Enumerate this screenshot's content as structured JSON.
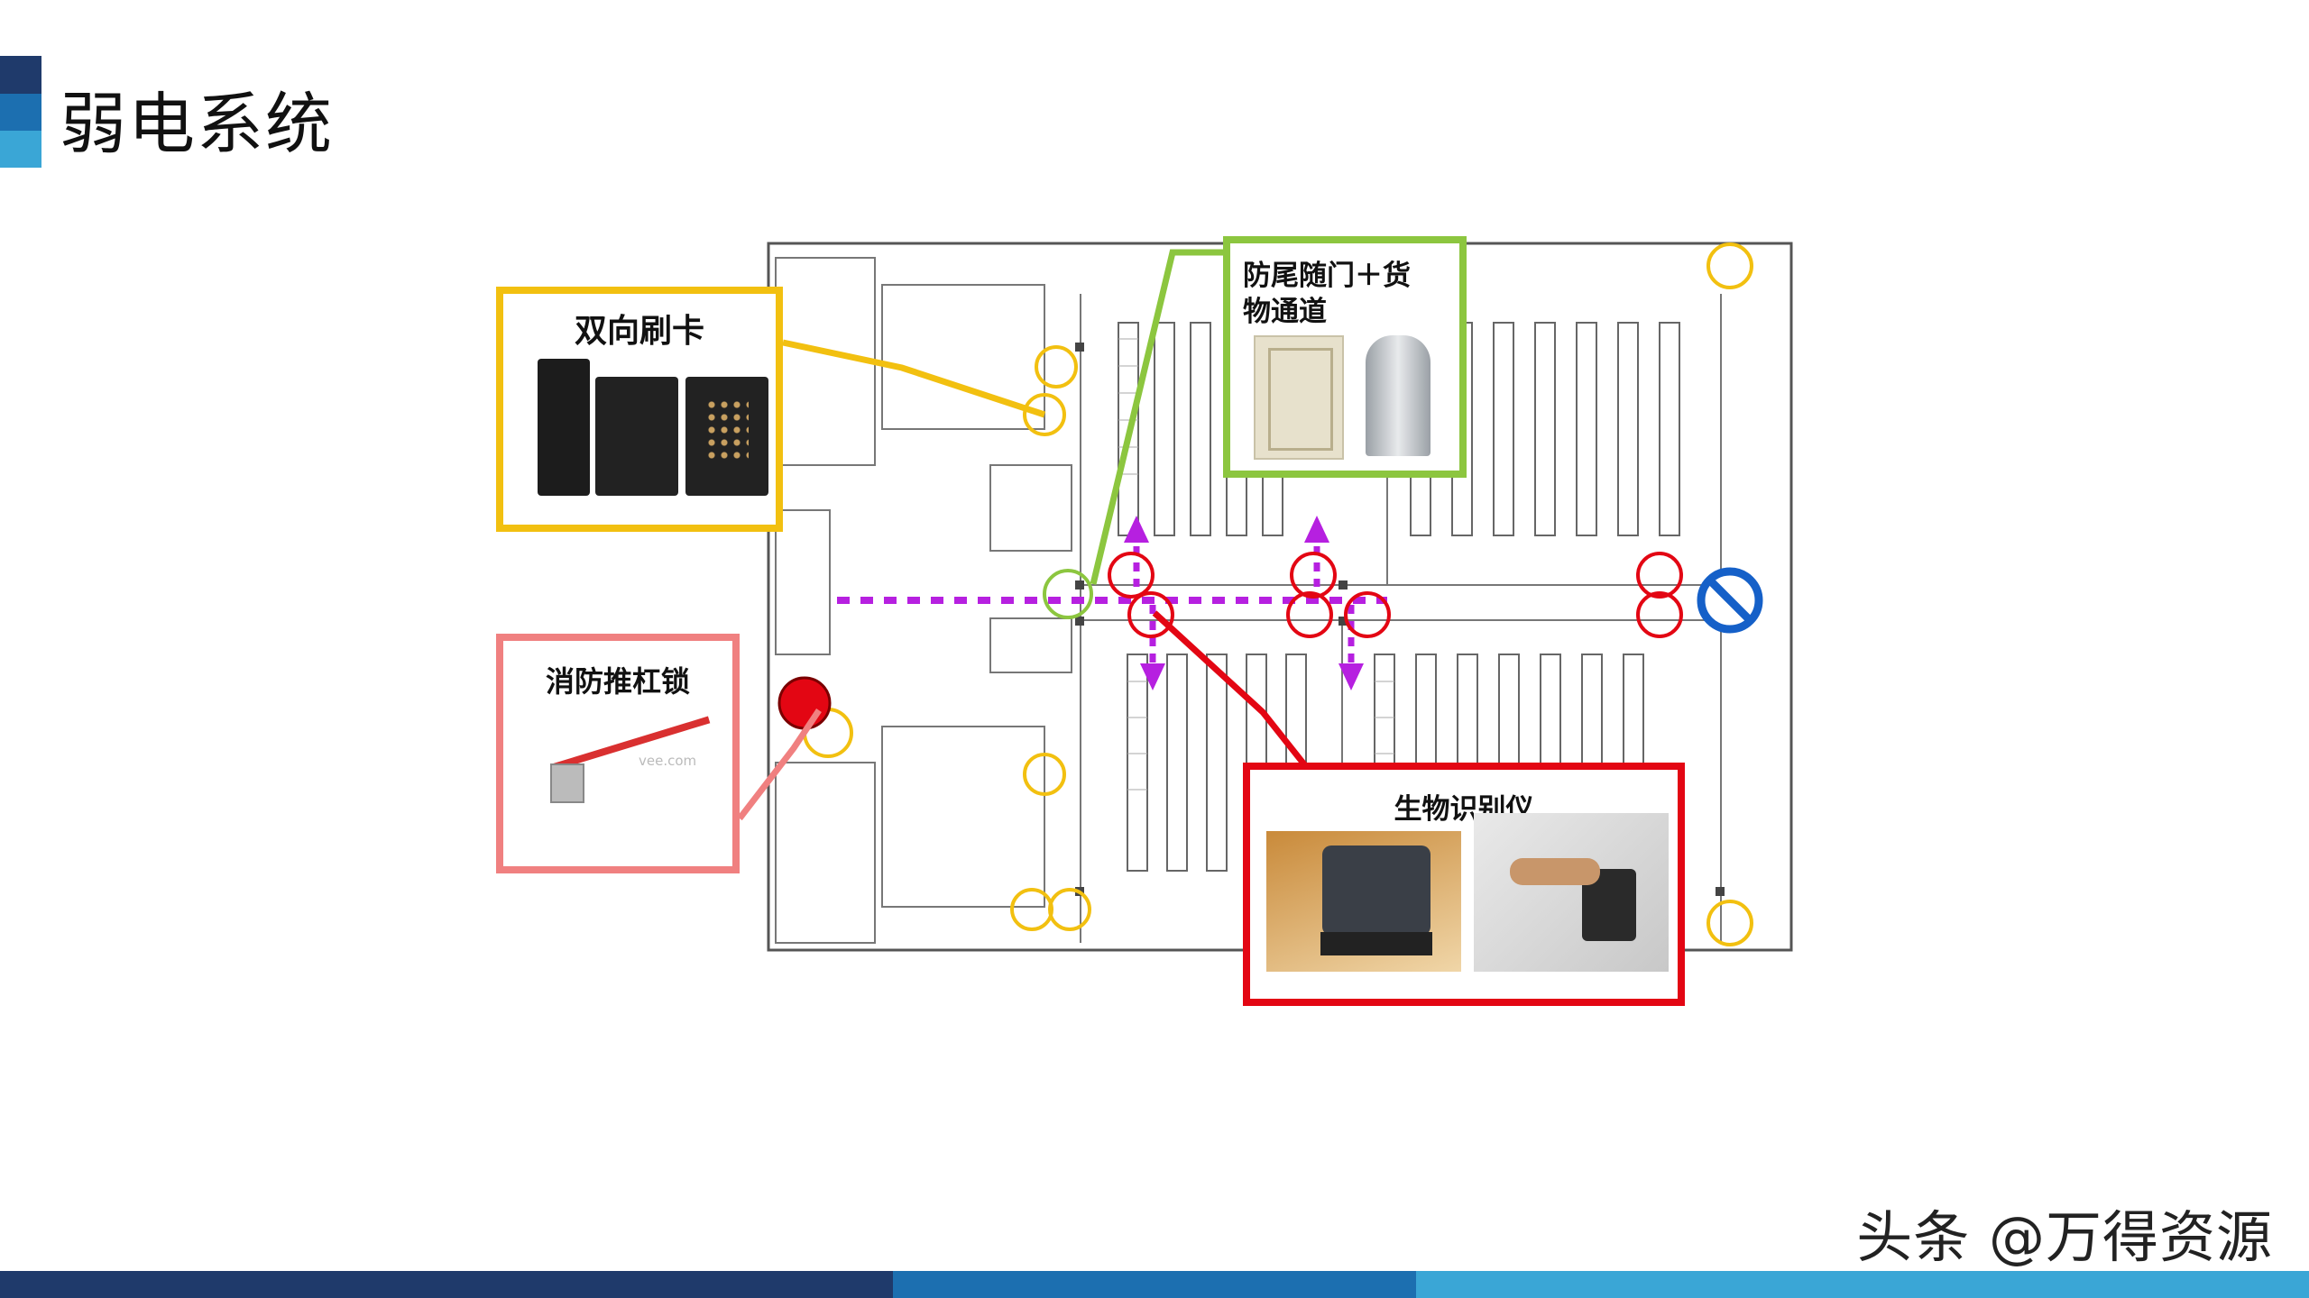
{
  "slide": {
    "title": "弱电系统"
  },
  "callouts": {
    "card_reader": {
      "label": "双向刷卡",
      "color": "#f2c010"
    },
    "anti_tailgate": {
      "label_line1": "防尾随门＋货",
      "label_line2": "物通道",
      "color": "#8cc63f"
    },
    "fire_lock": {
      "label": "消防推杠锁",
      "color": "#f08080",
      "image_caption": "vee.com"
    },
    "biometric": {
      "label": "生物识别仪",
      "color": "#e30613"
    }
  },
  "markers": {
    "card_reader_color": "#f2c010",
    "biometric_color": "#e30613",
    "path_color": "#b620e0",
    "no_entry_color": "#1560c8"
  },
  "watermark": "头条 @万得资源",
  "footer_colors": [
    "#1f3a6b",
    "#1c6fb0",
    "#3aa6d6"
  ]
}
